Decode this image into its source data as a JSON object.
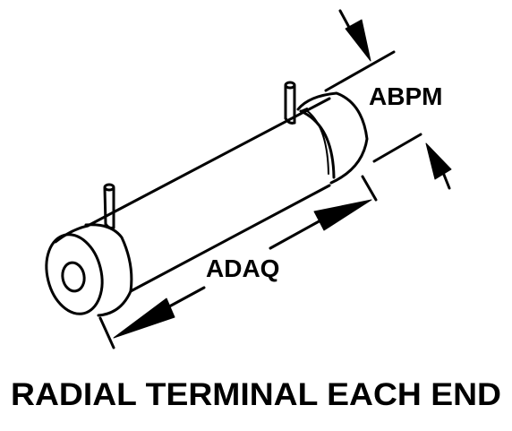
{
  "dimensions": {
    "diameter_label": "ABPM",
    "length_label": "ADAQ"
  },
  "caption": "RADIAL TERMINAL EACH END"
}
